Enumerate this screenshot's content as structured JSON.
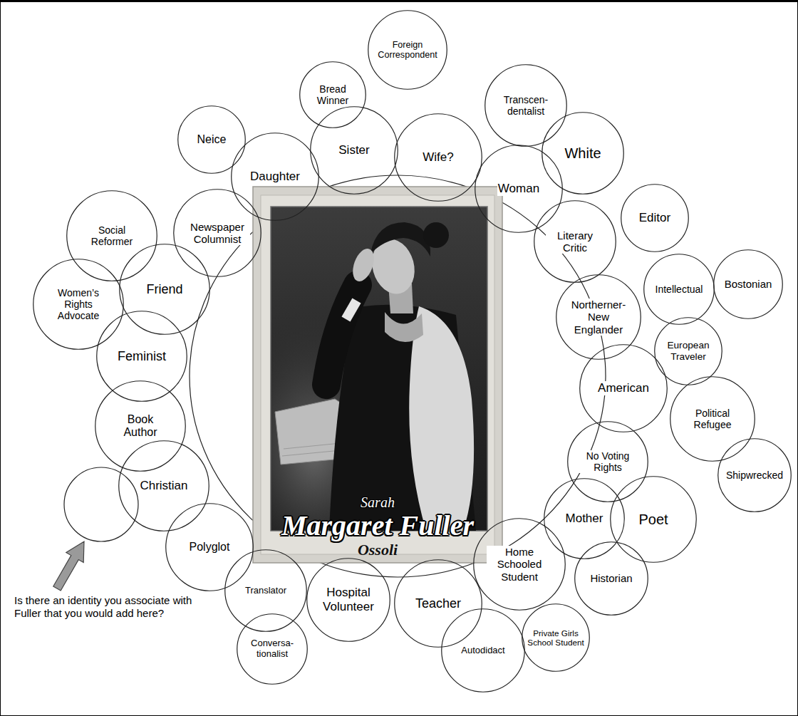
{
  "diagram": {
    "nodes": [
      {
        "text": [
          "Sarah",
          "Margaret Fuller",
          "Ossoli"
        ]
      },
      {
        "text": [
          "Foreign Correspondent"
        ]
      },
      {
        "text": [
          "Bread Winner"
        ]
      },
      {
        "text": [
          "Transcen- dentalist"
        ]
      },
      {
        "text": [
          "Neice"
        ]
      },
      {
        "text": [
          "Sister"
        ]
      },
      {
        "text": [
          "Wife?"
        ]
      },
      {
        "text": [
          "White"
        ]
      },
      {
        "text": [
          "Daughter"
        ]
      },
      {
        "text": [
          "Woman"
        ]
      },
      {
        "text": [
          "Editor"
        ]
      },
      {
        "text": [
          "Newspaper Columnist"
        ]
      },
      {
        "text": [
          "Social Reformer"
        ]
      },
      {
        "text": [
          "Literary Critic"
        ]
      },
      {
        "text": [
          "Intellectual"
        ]
      },
      {
        "text": [
          "Bostonian"
        ]
      },
      {
        "text": [
          "Friend"
        ]
      },
      {
        "text": [
          "Women’s Rights Advocate"
        ]
      },
      {
        "text": [
          "Northerner- New Englander"
        ]
      },
      {
        "text": [
          "European Traveler"
        ]
      },
      {
        "text": [
          "Feminist"
        ]
      },
      {
        "text": [
          "American"
        ]
      },
      {
        "text": [
          "Political Refugee"
        ]
      },
      {
        "text": [
          "Book Author"
        ]
      },
      {
        "text": [
          "No Voting Rights"
        ]
      },
      {
        "text": [
          "Shipwrecked"
        ]
      },
      {
        "text": [
          "Christian"
        ]
      },
      {
        "text": [
          "Mother"
        ]
      },
      {
        "text": [
          "Poet"
        ]
      },
      {
        "text": [
          "Polyglot"
        ]
      },
      {
        "text": [
          "Home Schooled Student"
        ]
      },
      {
        "text": [
          "Historian"
        ]
      },
      {
        "text": [
          "Translator"
        ]
      },
      {
        "text": [
          "Hospital Volunteer"
        ]
      },
      {
        "text": [
          "Teacher"
        ]
      },
      {
        "text": [
          "Private Girls School Student"
        ]
      },
      {
        "text": [
          "Autodidact"
        ]
      },
      {
        "text": [
          "Conversa- tionalist"
        ]
      }
    ],
    "labels": [
      "Is there an identity you associate with Fuller that you would add here?"
    ]
  }
}
